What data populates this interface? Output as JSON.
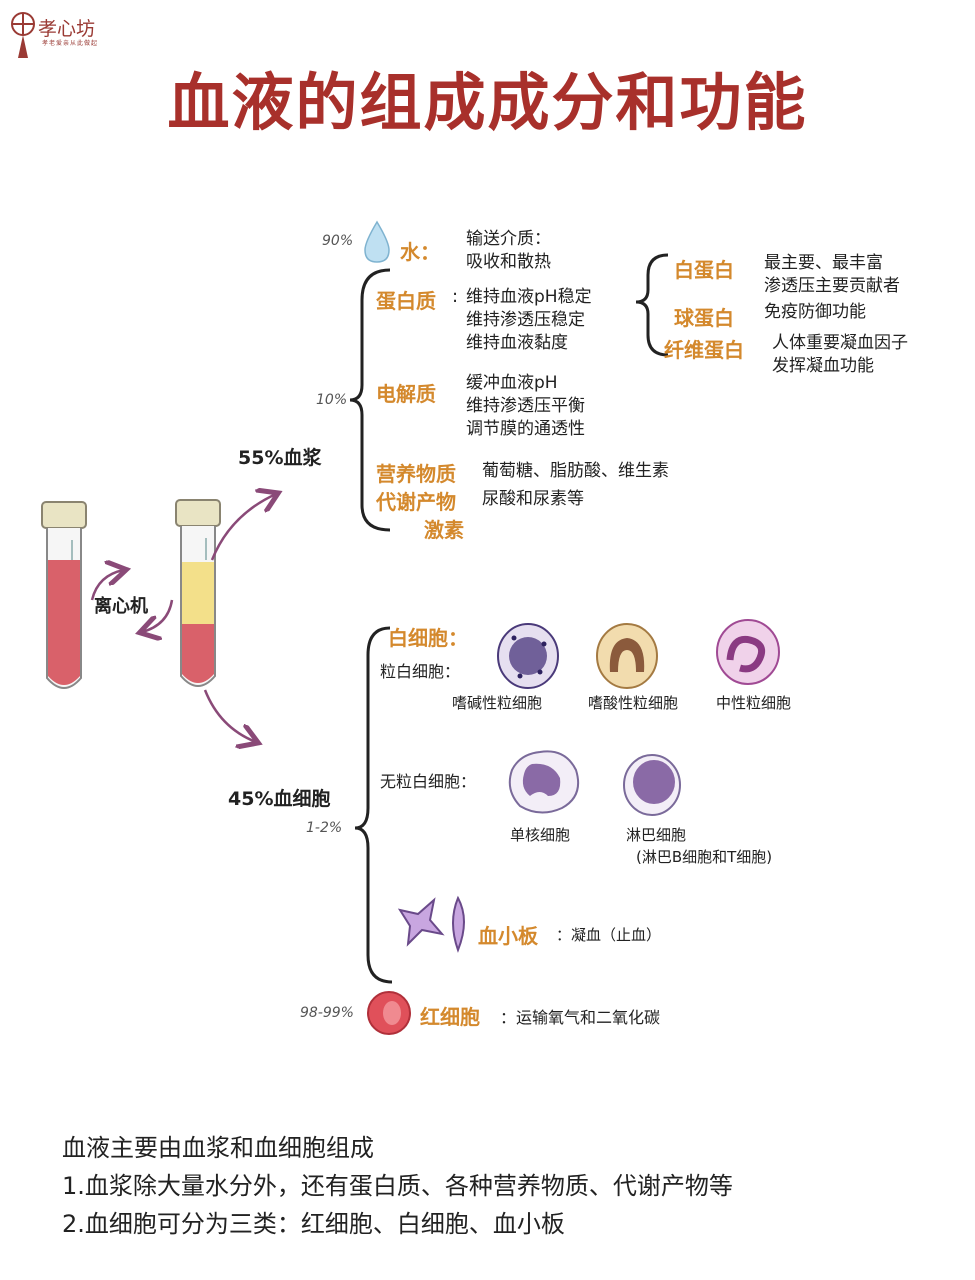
{
  "logo": {
    "name": "孝心坊",
    "subtitle": "孝老爱亲从此做起"
  },
  "title": "血液的组成成分和功能",
  "centrifuge_label": "离心机",
  "plasma": {
    "label": "55%血浆",
    "water": {
      "pct": "90%",
      "name": "水：",
      "desc": "输送介质：\n吸收和散热"
    },
    "solutes_pct": "10%",
    "protein": {
      "name": "蛋白质",
      "desc": "维持血液pH稳定\n维持渗透压稳定\n维持血液黏度"
    },
    "protein_types": [
      {
        "name": "白蛋白",
        "desc": "最主要、最丰富\n渗透压主要贡献者"
      },
      {
        "name": "球蛋白",
        "desc": "免疫防御功能"
      },
      {
        "name": "纤维蛋白",
        "desc": "人体重要凝血因子\n发挥凝血功能"
      }
    ],
    "electrolyte": {
      "name": "电解质",
      "desc": "缓冲血液pH\n维持渗透压平衡\n调节膜的通透性"
    },
    "nutrients": {
      "name": "营养物质",
      "desc": "葡萄糖、脂肪酸、维生素"
    },
    "metabolites": {
      "name": "代谢产物",
      "desc": "尿酸和尿素等"
    },
    "hormones": {
      "name": "激素"
    }
  },
  "cells": {
    "label": "45%血细胞",
    "wbc_pct": "1-2%",
    "wbc": {
      "name": "白细胞："
    },
    "granulocytes": {
      "label": "粒白细胞：",
      "items": [
        "嗜碱性粒细胞",
        "嗜酸性粒细胞",
        "中性粒细胞"
      ]
    },
    "agranulocytes": {
      "label": "无粒白细胞：",
      "items": [
        "单核细胞",
        "淋巴细胞"
      ],
      "note": "(淋巴B细胞和T细胞)"
    },
    "platelet": {
      "name": "血小板",
      "desc": "：凝血（止血）"
    },
    "rbc": {
      "pct": "98-99%",
      "name": "红细胞",
      "desc": "：运输氧气和二氧化碳"
    }
  },
  "summary": [
    "血液主要由血浆和血细胞组成",
    "1.血浆除大量水分外，还有蛋白质、各种营养物质、代谢产物等",
    "2.血细胞可分为三类：红细胞、白细胞、血小板"
  ],
  "colors": {
    "title": "#a8302b",
    "label_orange": "#d4892d",
    "blood_red": "#d9616a",
    "plasma_yellow": "#f3e08a",
    "arrow": "#8a4a78",
    "cell_purple": "#8a5aa8"
  }
}
